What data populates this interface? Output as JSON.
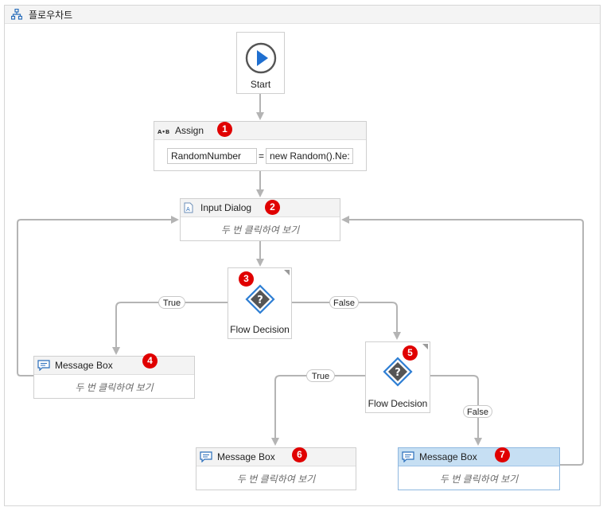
{
  "panel": {
    "title": "플로우차트",
    "icon": "flowchart-icon"
  },
  "start": {
    "label": "Start",
    "icon": "play-icon"
  },
  "assign": {
    "title": "Assign",
    "icon": "assign-icon",
    "badge": "1",
    "left_value": "RandomNumber",
    "operator": "=",
    "right_value": "new Random().Ne:"
  },
  "input_dialog": {
    "title": "Input Dialog",
    "icon": "input-dialog-icon",
    "badge": "2",
    "body": "두 번 클릭하여 보기"
  },
  "decision_1": {
    "label": "Flow Decision",
    "badge": "3",
    "icon": "question-icon",
    "true_label": "True",
    "false_label": "False"
  },
  "message_box_4": {
    "title": "Message Box",
    "icon": "message-icon",
    "badge": "4",
    "body": "두 번 클릭하여 보기"
  },
  "decision_2": {
    "label": "Flow Decision",
    "badge": "5",
    "icon": "question-icon",
    "true_label": "True",
    "false_label": "False"
  },
  "message_box_6": {
    "title": "Message Box",
    "icon": "message-icon",
    "badge": "6",
    "body": "두 번 클릭하여 보기"
  },
  "message_box_7": {
    "title": "Message Box",
    "icon": "message-icon",
    "badge": "7",
    "body": "두 번 클릭하여 보기",
    "selected": true
  },
  "colors": {
    "badge": "#e00000",
    "wire": "#b4b4b4",
    "selected_header": "#c6dff3",
    "play": "#1f6fd0",
    "decision_blue": "#2f7fd4"
  }
}
